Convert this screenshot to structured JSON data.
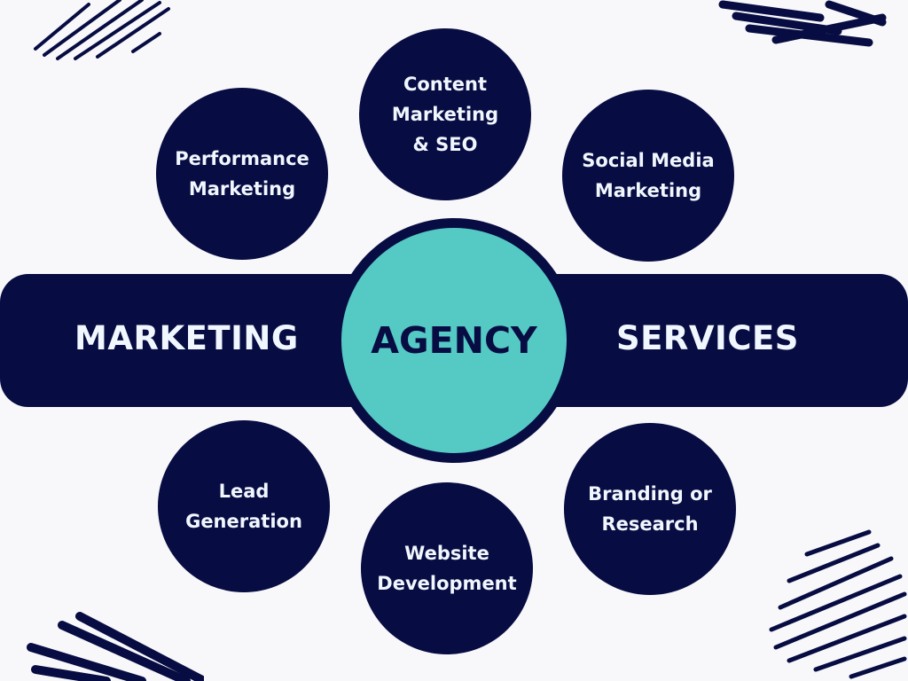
{
  "colors": {
    "navy": "#070c42",
    "teal": "#55c9c4",
    "background": "#f8f8fa",
    "text_light": "#f1f7ff"
  },
  "title": {
    "left": "MARKETING",
    "center": "AGENCY",
    "right": "SERVICES"
  },
  "services": [
    {
      "label": "Performance\nMarketing"
    },
    {
      "label": "Content\nMarketing\n& SEO"
    },
    {
      "label": "Social Media\nMarketing"
    },
    {
      "label": "Lead\nGeneration"
    },
    {
      "label": "Website\nDevelopment"
    },
    {
      "label": "Branding or\nResearch"
    }
  ]
}
